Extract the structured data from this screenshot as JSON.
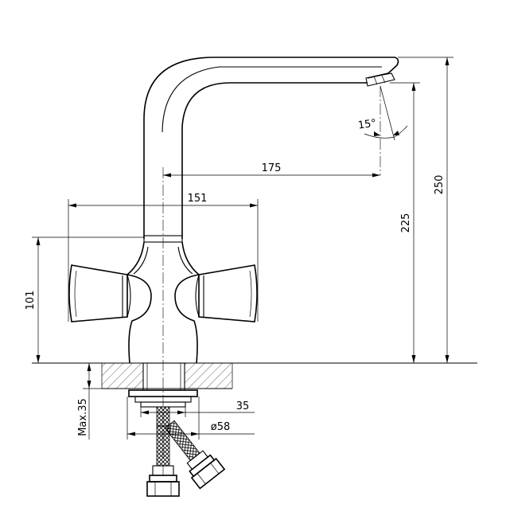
{
  "dimensions": {
    "spout_reach": "175",
    "handle_span": "151",
    "total_height": "250",
    "spout_height": "225",
    "body_height": "101",
    "nut_size": "35",
    "base_diameter": "ø58",
    "max_thickness": "Max.35",
    "aerator_angle": "15°"
  }
}
